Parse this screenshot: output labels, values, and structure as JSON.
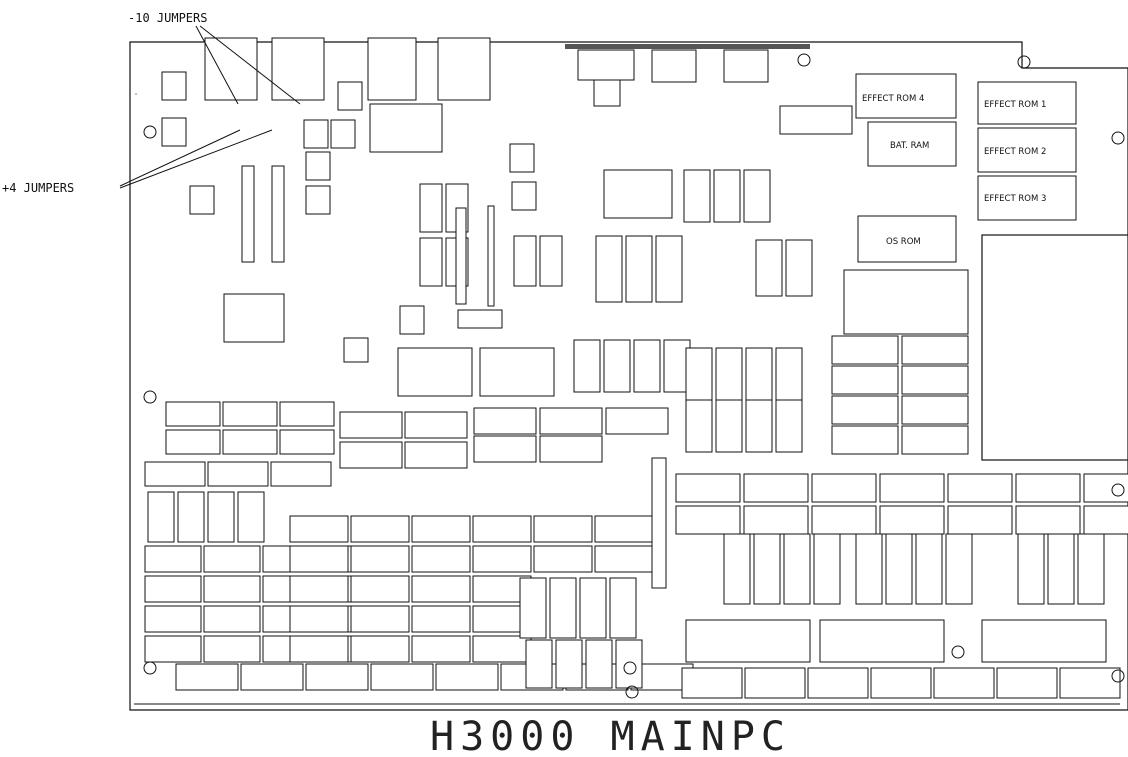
{
  "labels": {
    "jumpers_minus10": "-10 JUMPERS",
    "jumpers_plus4": "+4 JUMPERS",
    "title": "H3000 MAINPC"
  },
  "roms": {
    "effect_rom_4": "EFFECT ROM 4",
    "effect_rom_1": "EFFECT ROM 1",
    "effect_rom_2": "EFFECT ROM 2",
    "effect_rom_3": "EFFECT ROM 3",
    "bat_ram": "BAT. RAM",
    "os_rom": "OS ROM"
  },
  "colors": {
    "ink": "#111111",
    "paper": "#ffffff"
  }
}
